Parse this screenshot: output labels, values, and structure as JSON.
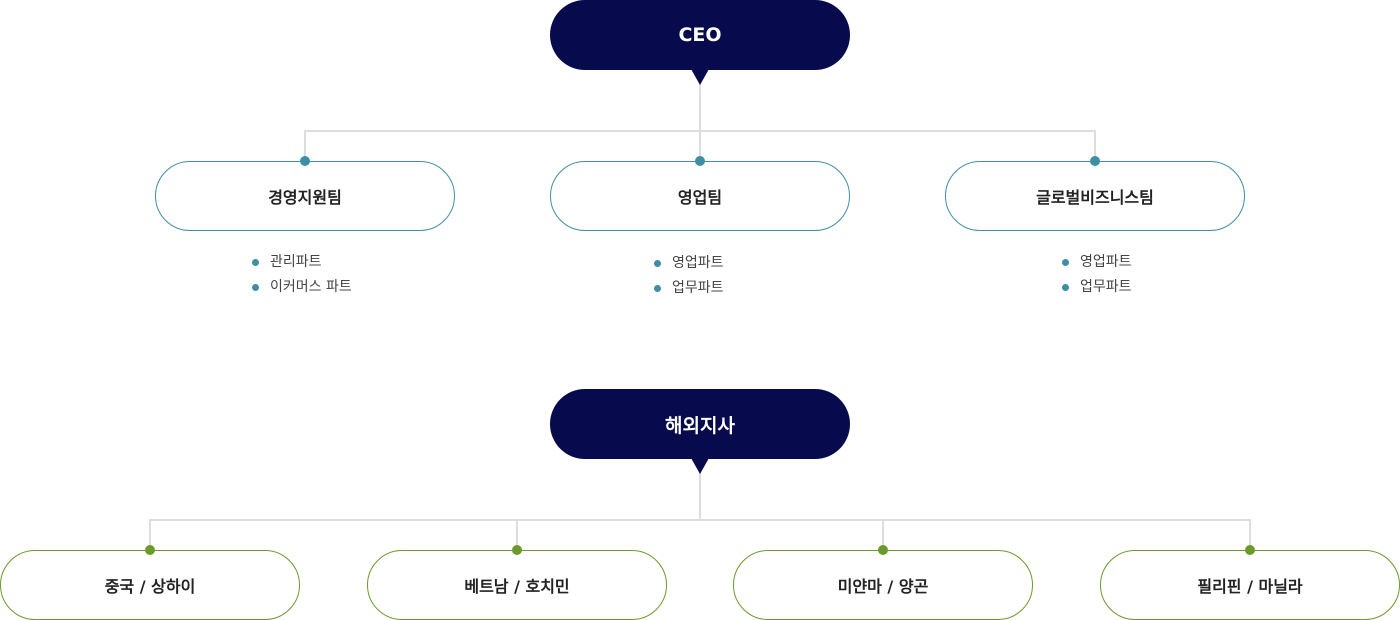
{
  "ceo": {
    "label": "CEO"
  },
  "teams": [
    {
      "label": "경영지원팀",
      "parts": [
        "관리파트",
        "이커머스 파트"
      ]
    },
    {
      "label": "영업팀",
      "parts": [
        "영업파트",
        "업무파트"
      ]
    },
    {
      "label": "글로벌비즈니스팀",
      "parts": [
        "영업파트",
        "업무파트"
      ]
    }
  ],
  "overseas": {
    "label": "해외지사",
    "branches": [
      {
        "label": "중국 / 상하이"
      },
      {
        "label": "베트남 / 호치민"
      },
      {
        "label": "미얀마 / 양곤"
      },
      {
        "label": "필리핀 / 마닐라"
      }
    ]
  },
  "colors": {
    "navy": "#070a4c",
    "team_border": "#3f8fa4",
    "branch_border": "#6c9a2a",
    "connector": "#dddddd"
  }
}
